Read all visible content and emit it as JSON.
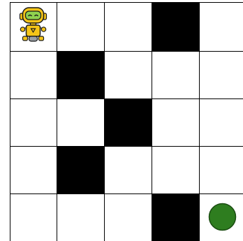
{
  "grid": {
    "rows": 5,
    "cols": 5,
    "cells": [
      [
        "robot",
        "empty",
        "empty",
        "wall",
        "empty"
      ],
      [
        "empty",
        "wall",
        "empty",
        "empty",
        "empty"
      ],
      [
        "empty",
        "empty",
        "wall",
        "empty",
        "empty"
      ],
      [
        "empty",
        "wall",
        "empty",
        "empty",
        "empty"
      ],
      [
        "empty",
        "empty",
        "empty",
        "wall",
        "goal"
      ]
    ]
  },
  "agent": {
    "icon": "robot-icon",
    "row": 0,
    "col": 0
  },
  "goal": {
    "icon": "goal-circle-icon",
    "row": 4,
    "col": 4
  },
  "colors": {
    "background": "#ffffff",
    "wall": "#000000",
    "grid_line": "#000000",
    "goal": "#2e7d1f",
    "goal_stroke": "#1b4d12",
    "robot_body": "#f5c518",
    "robot_dark": "#1a1a1a",
    "robot_face": "#8fd14f"
  }
}
